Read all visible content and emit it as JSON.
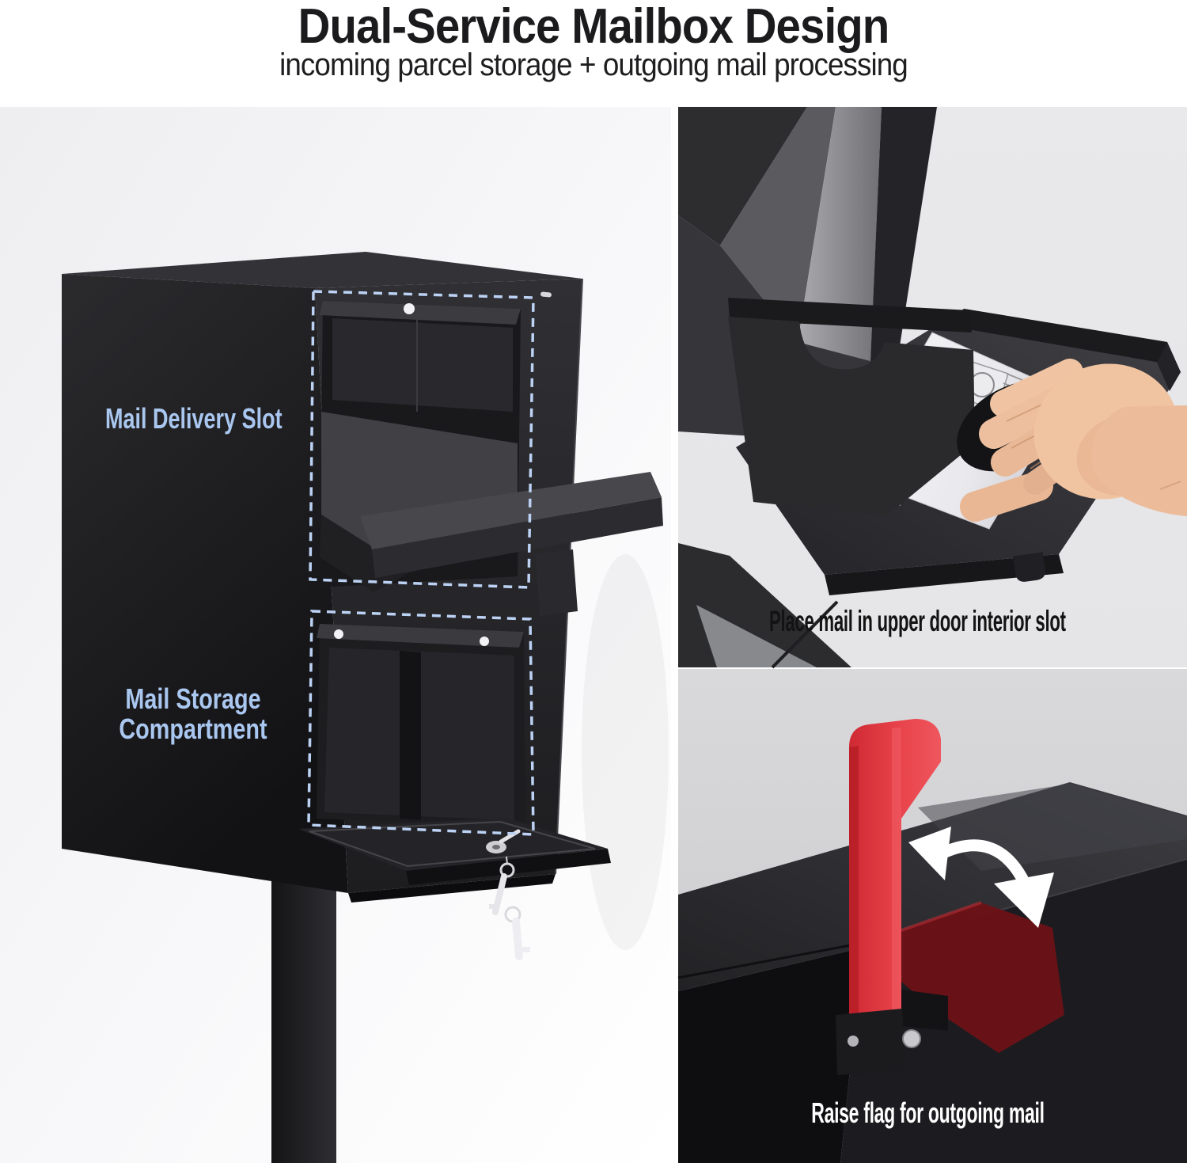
{
  "header": {
    "title": "Dual-Service Mailbox Design",
    "subtitle": "incoming parcel storage + outgoing mail processing"
  },
  "left_panel": {
    "label_upper": "Mail Delivery Slot",
    "label_lower": "Mail Storage Compartment"
  },
  "top_right_panel": {
    "caption": "Place mail in upper door interior slot"
  },
  "bottom_right_panel": {
    "caption": "Raise flag for outgoing mail"
  },
  "colors": {
    "label_blue": "#aac7f0",
    "dashed_outline_blue": "#bcd2f4",
    "flag_red": "#e8434b",
    "flag_red_dark": "#6b1217",
    "mailbox_black": "#1a1a1d",
    "panel_gray_light": "#e9e9eb",
    "panel_gray_medium": "#d4d4d7",
    "caption_dark": "#131313",
    "caption_light": "#ffffff",
    "skin_tone": "#eebf9e"
  }
}
